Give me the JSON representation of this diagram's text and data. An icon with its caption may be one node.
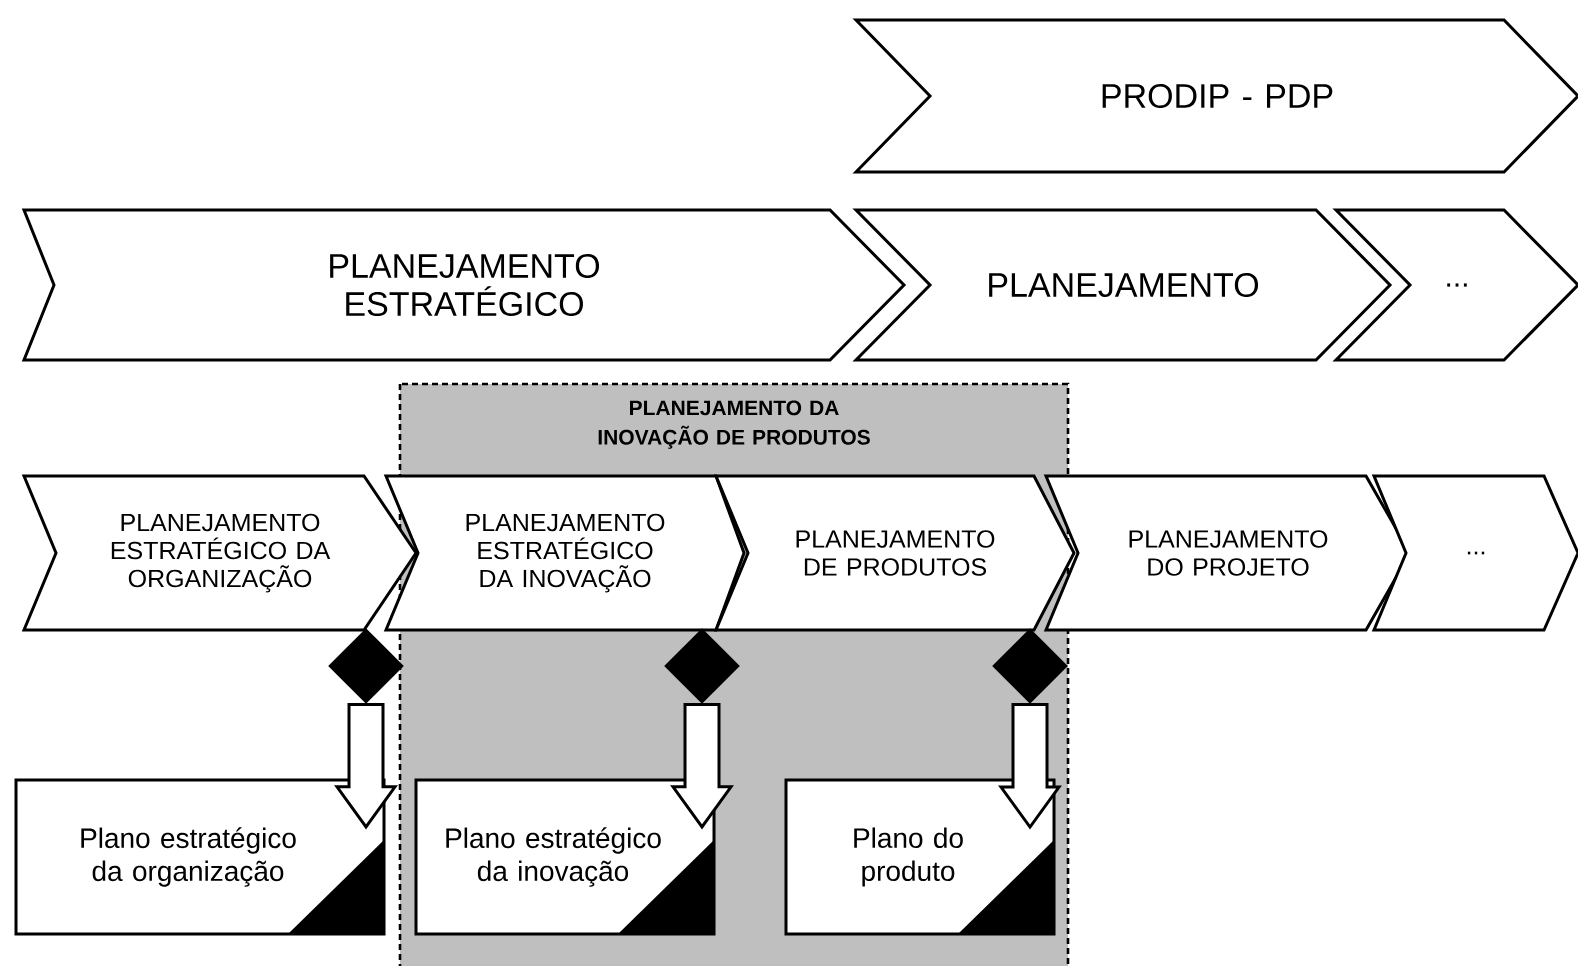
{
  "diagram": {
    "nodes": [
      {
        "text": [
          "PRODIP - PDP"
        ]
      },
      {
        "text": [
          "PLANEJAMENTO ESTRATÉGICO"
        ]
      },
      {
        "text": [
          "PLANEJAMENTO"
        ]
      },
      {
        "text": [
          "..."
        ]
      },
      {
        "text": [
          "PLANEJAMENTO DA INOVAÇÃO DE PRODUTOS"
        ]
      },
      {
        "text": [
          "PLANEJAMENTO ESTRATÉGICO DA ORGANIZAÇÃO"
        ]
      },
      {
        "text": [
          "PLANEJAMENTO ESTRATÉGICO DA INOVAÇÃO"
        ],
        "in": 4
      },
      {
        "text": [
          "PLANEJAMENTO DE PRODUTOS"
        ],
        "in": 4
      },
      {
        "text": [
          "PLANEJAMENTO DO PROJETO"
        ]
      },
      {
        "text": [
          "..."
        ]
      },
      {
        "text": [],
        "shape": "diamond"
      },
      {
        "text": [],
        "shape": "diamond",
        "in": 4
      },
      {
        "text": [],
        "shape": "diamond",
        "in": 4
      },
      {
        "text": [
          "Plano estratégico da organização"
        ]
      },
      {
        "text": [
          "Plano estratégico da inovação"
        ],
        "in": 4
      },
      {
        "text": [
          "Plano do produto"
        ],
        "in": 4
      }
    ],
    "edges": [
      {
        "from": 10,
        "to": 13,
        "arrow": "to"
      },
      {
        "from": 11,
        "to": 14,
        "arrow": "to"
      },
      {
        "from": 12,
        "to": 15,
        "arrow": "to"
      }
    ]
  }
}
